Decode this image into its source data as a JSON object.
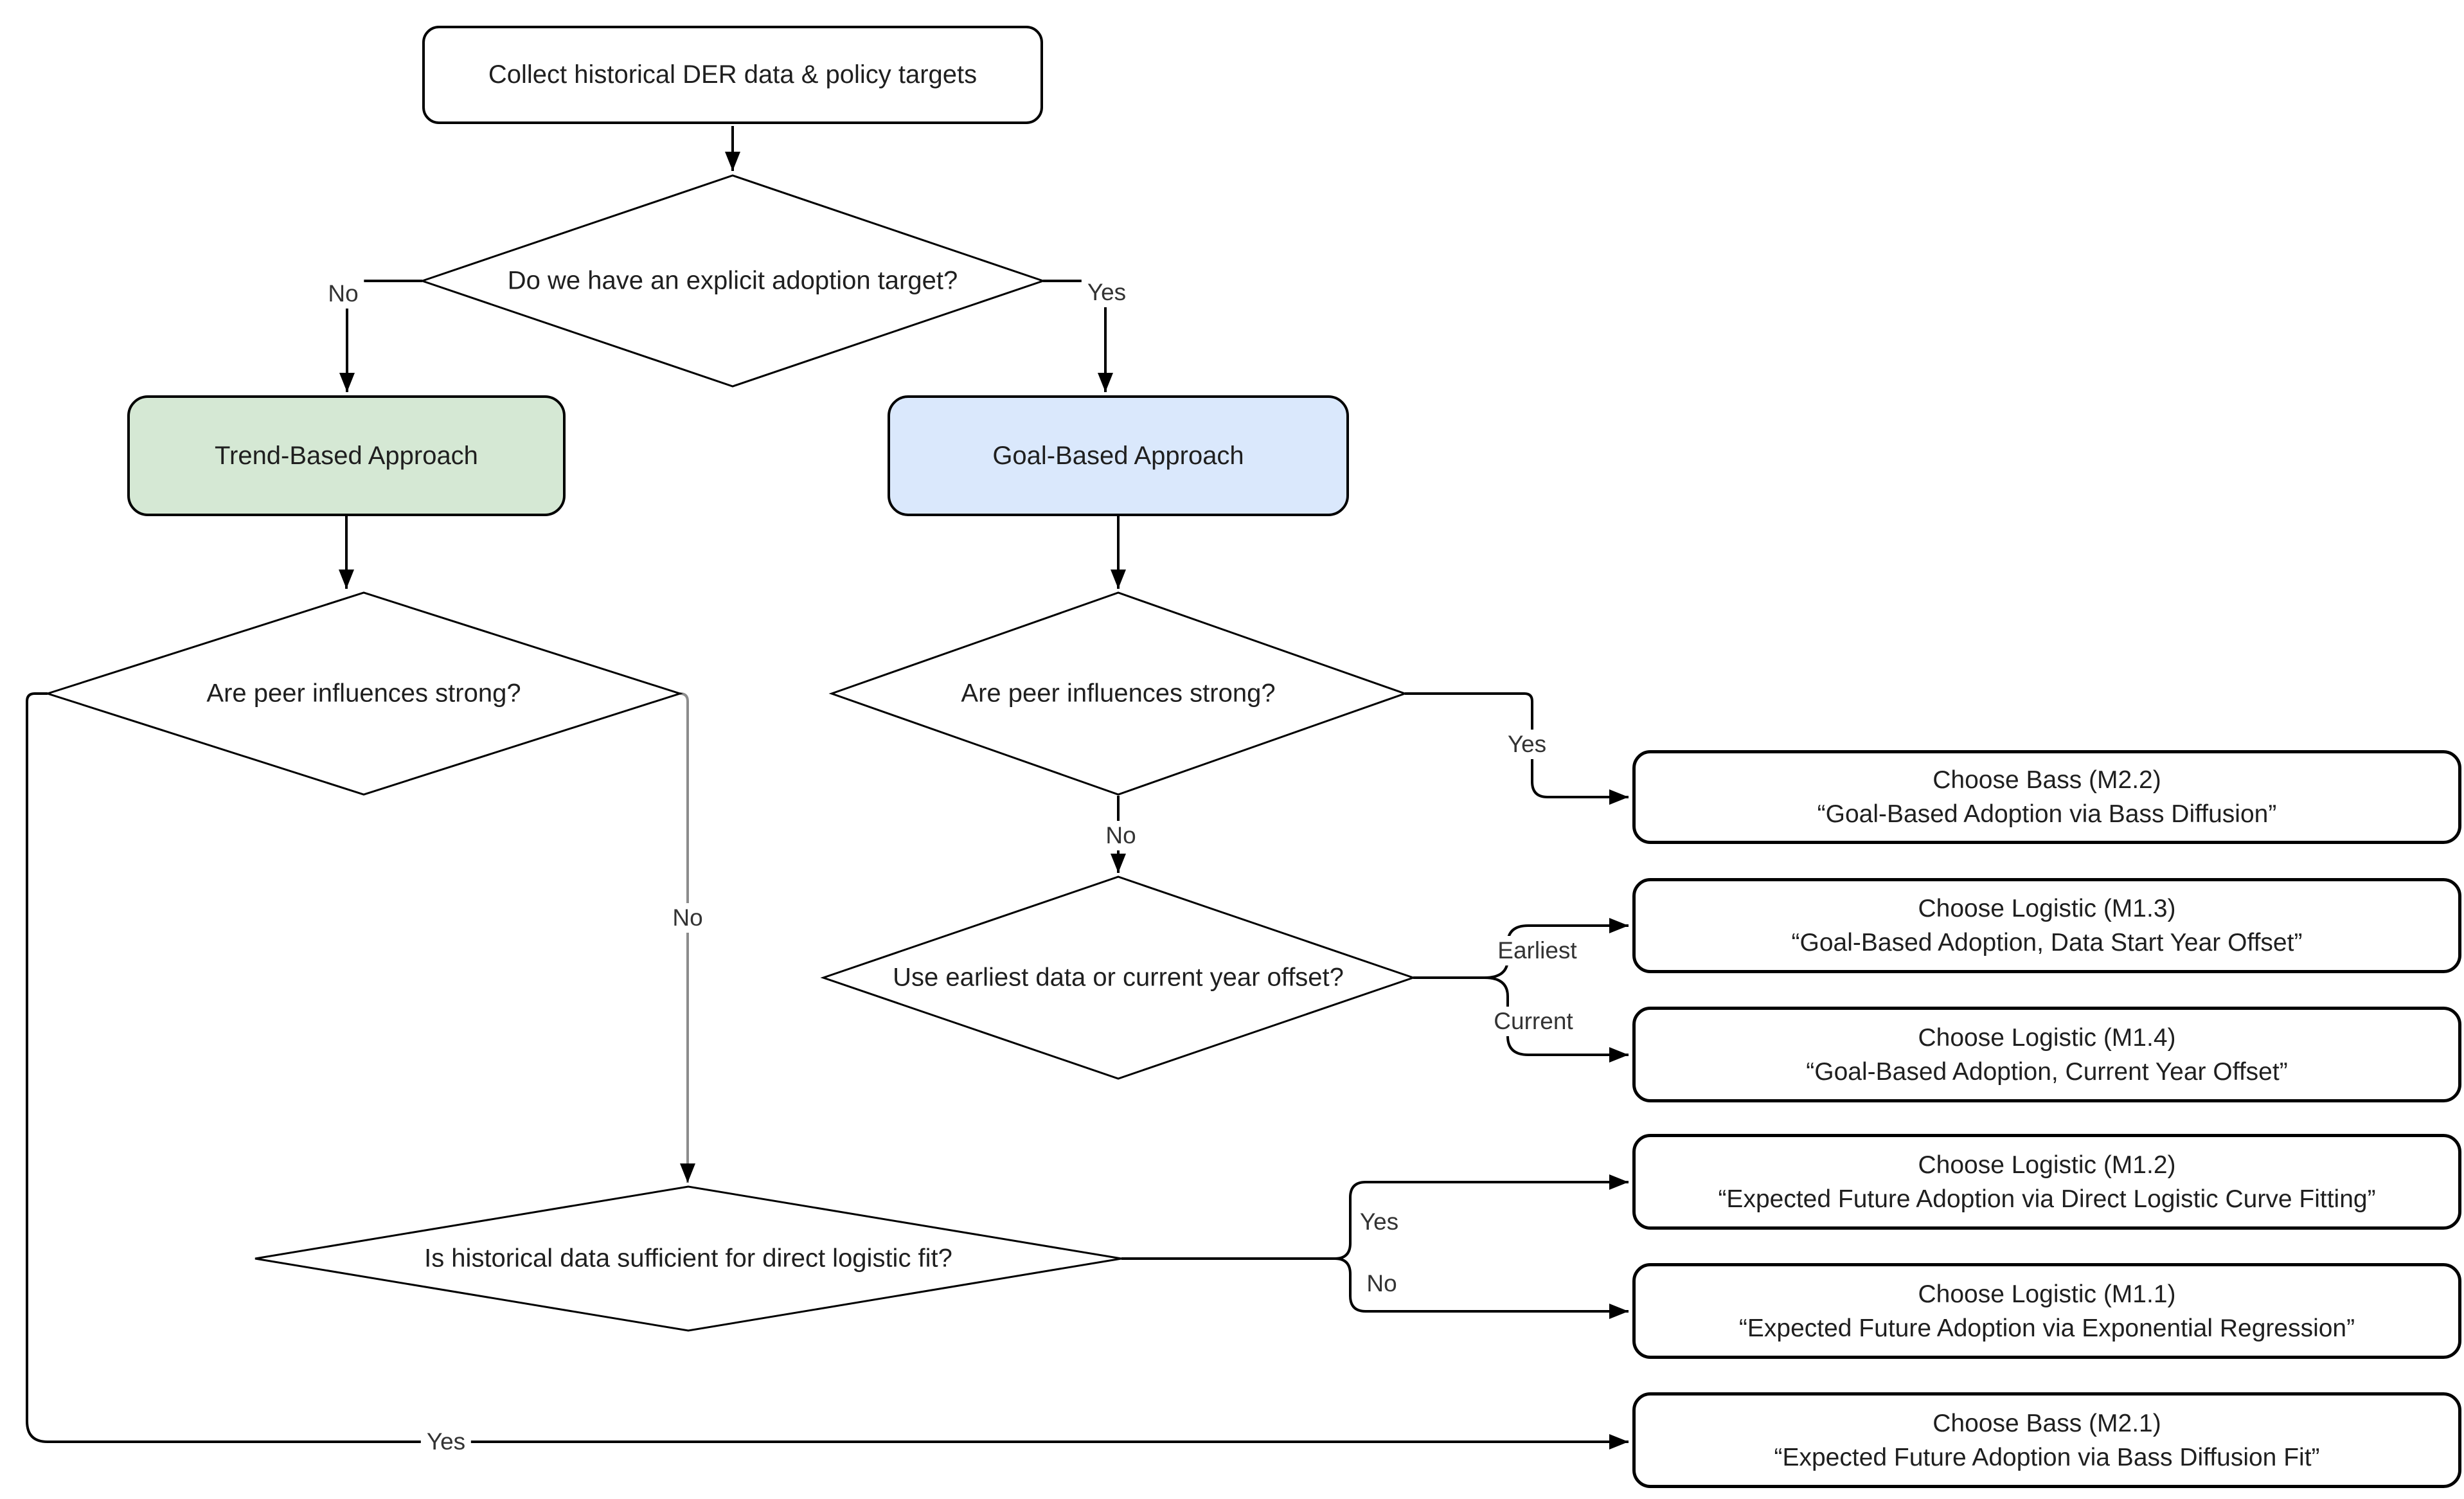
{
  "diagram": {
    "nodes": {
      "start": {
        "label": "Collect historical DER data & policy targets"
      },
      "adoption_target": {
        "label": "Do we have an explicit adoption target?"
      },
      "trend": {
        "label": "Trend-Based Approach"
      },
      "goal": {
        "label": "Goal-Based Approach"
      },
      "peer_left": {
        "label": "Are peer influences strong?"
      },
      "peer_right": {
        "label": "Are peer influences strong?"
      },
      "offset_choice": {
        "label": "Use earliest data or current year offset?"
      },
      "historical_fit": {
        "label": "Is historical data sufficient for direct logistic fit?"
      },
      "m22": {
        "title": "Choose Bass (M2.2)",
        "subtitle": "“Goal-Based Adoption via Bass Diffusion”"
      },
      "m13": {
        "title": "Choose Logistic (M1.3)",
        "subtitle": "“Goal-Based Adoption, Data Start Year Offset”"
      },
      "m14": {
        "title": "Choose Logistic (M1.4)",
        "subtitle": "“Goal-Based Adoption, Current Year Offset”"
      },
      "m12": {
        "title": "Choose Logistic (M1.2)",
        "subtitle": "“Expected Future Adoption via Direct Logistic Curve Fitting”"
      },
      "m11": {
        "title": "Choose Logistic (M1.1)",
        "subtitle": "“Expected Future Adoption via Exponential Regression”"
      },
      "m21": {
        "title": "Choose Bass (M2.1)",
        "subtitle": "“Expected Future Adoption via Bass Diffusion Fit”"
      }
    },
    "edge_labels": {
      "target_no": "No",
      "target_yes": "Yes",
      "peer_right_yes": "Yes",
      "peer_right_no": "No",
      "offset_earliest": "Earliest",
      "offset_current": "Current",
      "peer_left_no": "No",
      "peer_left_yes": "Yes",
      "historical_yes": "Yes",
      "historical_no": "No"
    },
    "colors": {
      "trend_fill": "#d5e8d4",
      "goal_fill": "#dae8fc",
      "node_fill": "#ffffff",
      "stroke": "#000000",
      "secondary_stroke": "#8c8c8c",
      "text": "#1f1f1f"
    }
  }
}
